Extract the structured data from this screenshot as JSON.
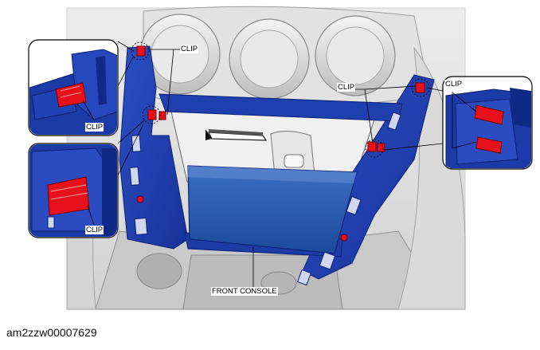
{
  "labels": {
    "clip": "CLIP",
    "front_console": "FRONT CONSOLE"
  },
  "figure_id": "am2zzw00007629",
  "colors": {
    "panel_blue": "#1f3fae",
    "panel_dark": "#0d2277",
    "clip_red": "#e8101a",
    "background_gray": "#d9d9d9",
    "line": "#000000"
  }
}
